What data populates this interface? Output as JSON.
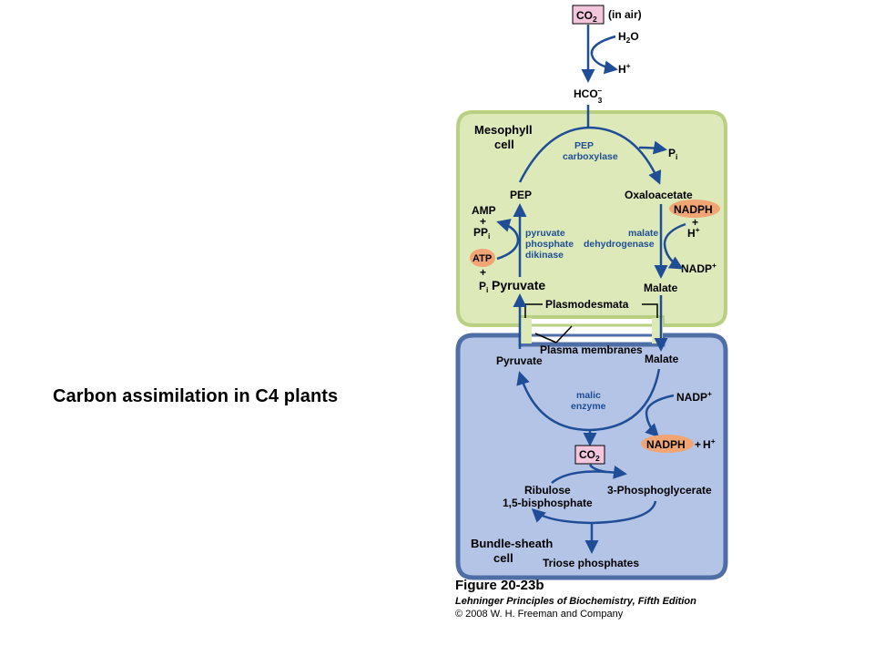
{
  "slide": {
    "title": "Carbon assimilation in C4 plants"
  },
  "colors": {
    "mesophyll_fill": "#dde9b8",
    "mesophyll_border": "#b9cf82",
    "bundle_fill": "#b4c4e6",
    "bundle_border": "#4f6ea5",
    "arrow": "#1f4e96",
    "highlight": "#f2a574",
    "co2_box": "#f3c6dd"
  },
  "diagram": {
    "air_co2": "CO",
    "air_co2_sub": "2",
    "in_air": "(in air)",
    "h2o": "H",
    "h2o_sub": "2",
    "h2o_o": "O",
    "h_plus": "H",
    "plus_sup": "+",
    "hco3": "HCO",
    "hco3_sub": "3",
    "hco3_sup": "–",
    "mesophyll_1": "Mesophyll",
    "mesophyll_2": "cell",
    "pep_carboxylase_1": "PEP",
    "pep_carboxylase_2": "carboxylase",
    "pi": "P",
    "pi_sub": "i",
    "pep": "PEP",
    "oxaloacetate": "Oxaloacetate",
    "nadph": "NADPH",
    "nadp": "NADP",
    "plus": "+",
    "amp": "AMP",
    "ppi": "PP",
    "atp": "ATP",
    "ppdk_1": "pyruvate",
    "ppdk_2": "phosphate",
    "ppdk_3": "dikinase",
    "mdh_1": "malate",
    "mdh_2": "dehydrogenase",
    "pyruvate_meso": "Pyruvate",
    "malate_meso": "Malate",
    "plasmodesmata": "Plasmodesmata",
    "plasma_membranes": "Plasma membranes",
    "pyruvate_bs": "Pyruvate",
    "malate_bs": "Malate",
    "malic_1": "malic",
    "malic_2": "enzyme",
    "co2": "CO",
    "co2_sub": "2",
    "rubp_1": "Ribulose",
    "rubp_2": "1,5-bisphosphate",
    "pga": "3-Phosphoglycerate",
    "bundle_1": "Bundle-sheath",
    "bundle_2": "cell",
    "triose": "Triose phosphates"
  },
  "caption": {
    "figure": "Figure 20-23b",
    "book": "Lehninger Principles of Biochemistry, Fifth Edition",
    "copyright": "© 2008 W. H. Freeman and Company"
  }
}
